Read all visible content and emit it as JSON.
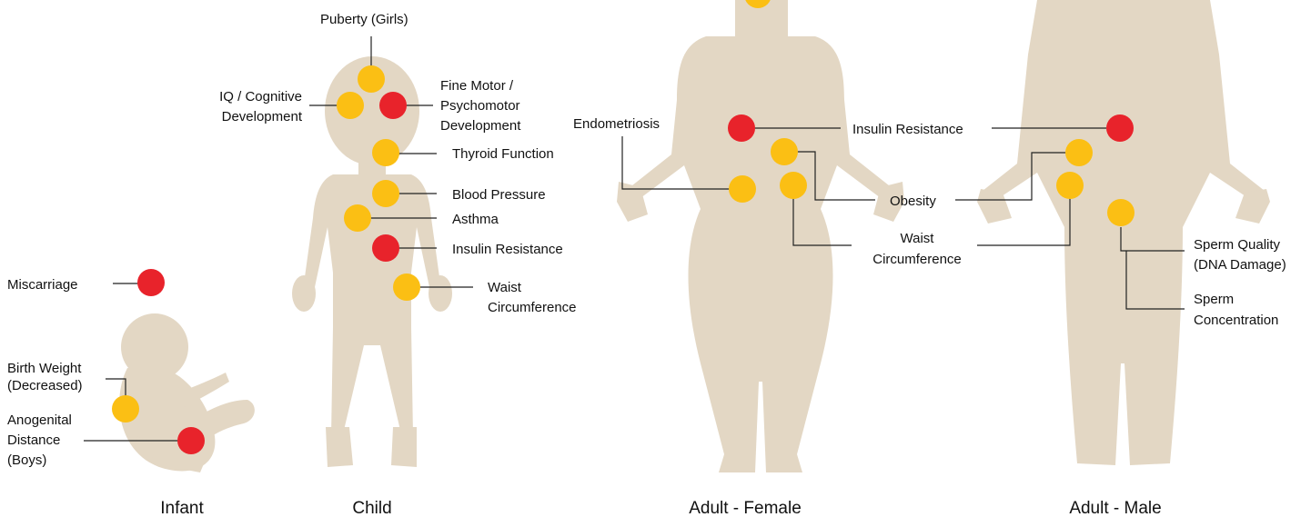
{
  "colors": {
    "silhouette": "#e3d7c4",
    "red_dot": "#e8232b",
    "yellow_dot": "#fbbf14",
    "leader_line": "#222222"
  },
  "figures": {
    "infant": {
      "caption": "Infant",
      "labels": {
        "miscarriage": "Miscarriage",
        "birth_weight_1": "Birth Weight",
        "birth_weight_2": "(Decreased)",
        "agd_1": "Anogenital",
        "agd_2": "Distance",
        "agd_3": "(Boys)"
      },
      "dots": {
        "miscarriage": "red",
        "birth_weight": "yellow",
        "agd": "red"
      }
    },
    "child": {
      "caption": "Child",
      "labels": {
        "puberty": "Puberty (Girls)",
        "iq_1": "IQ / Cognitive",
        "iq_2": "Development",
        "fine_motor_1": "Fine Motor /",
        "fine_motor_2": "Psychomotor",
        "fine_motor_3": "Development",
        "thyroid": "Thyroid Function",
        "blood_pressure": "Blood Pressure",
        "asthma": "Asthma",
        "insulin": "Insulin Resistance",
        "waist_1": "Waist",
        "waist_2": "Circumference"
      },
      "dots": {
        "puberty": "yellow",
        "iq": "yellow",
        "fine_motor": "red",
        "thyroid": "yellow",
        "blood_pressure": "yellow",
        "asthma": "yellow",
        "insulin": "red",
        "waist": "yellow"
      }
    },
    "adult_female": {
      "caption": "Adult - Female",
      "labels": {
        "endometriosis": "Endometriosis",
        "insulin": "Insulin Resistance",
        "obesity": "Obesity",
        "waist_1": "Waist",
        "waist_2": "Circumference"
      },
      "dots": {
        "head": "yellow",
        "insulin": "red",
        "obesity": "yellow",
        "endometriosis": "yellow",
        "waist": "yellow"
      }
    },
    "adult_male": {
      "caption": "Adult - Male",
      "labels": {
        "sperm_quality_1": "Sperm Quality",
        "sperm_quality_2": "(DNA Damage)",
        "sperm_conc_1": "Sperm",
        "sperm_conc_2": "Concentration"
      },
      "dots": {
        "insulin": "red",
        "obesity": "yellow",
        "waist": "yellow",
        "sperm": "yellow"
      }
    }
  }
}
